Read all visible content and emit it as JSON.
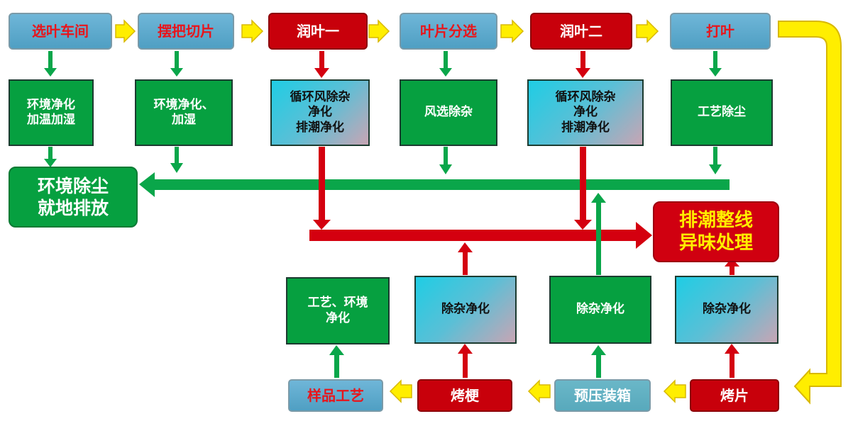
{
  "top_row": [
    {
      "label": "选叶车间",
      "style": "blue"
    },
    {
      "label": "摆把切片",
      "style": "blue"
    },
    {
      "label": "润叶一",
      "style": "red"
    },
    {
      "label": "叶片分选",
      "style": "blue"
    },
    {
      "label": "润叶二",
      "style": "red"
    },
    {
      "label": "打叶",
      "style": "blue"
    }
  ],
  "process_row": [
    {
      "label": "环境净化\n加温加湿",
      "style": "green"
    },
    {
      "label": "环境净化、\n加湿",
      "style": "green"
    },
    {
      "label": "循环风除杂\n净化\n排潮净化",
      "style": "cyan"
    },
    {
      "label": "风选除杂",
      "style": "green"
    },
    {
      "label": "循环风除杂\n净化\n排潮净化",
      "style": "cyan"
    },
    {
      "label": "工艺除尘",
      "style": "green"
    }
  ],
  "outputs": {
    "dust": "环境除尘\n就地排放",
    "moisture": "排潮整线\n异味处理"
  },
  "lower_row": [
    {
      "label": "工艺、环境\n净化",
      "style": "green"
    },
    {
      "label": "除杂净化",
      "style": "cyan"
    },
    {
      "label": "除杂净化",
      "style": "green"
    },
    {
      "label": "除杂净化",
      "style": "cyan"
    }
  ],
  "bottom_row": [
    {
      "label": "样品工艺",
      "style": "blue"
    },
    {
      "label": "烤梗",
      "style": "red"
    },
    {
      "label": "预压装箱",
      "style": "teal"
    },
    {
      "label": "烤片",
      "style": "red"
    }
  ],
  "colors": {
    "green_arrow": "#0aa64a",
    "red_arrow": "#d4000f",
    "yellow_arrow": "#ffee00",
    "yellow_outline": "#d8b800"
  }
}
